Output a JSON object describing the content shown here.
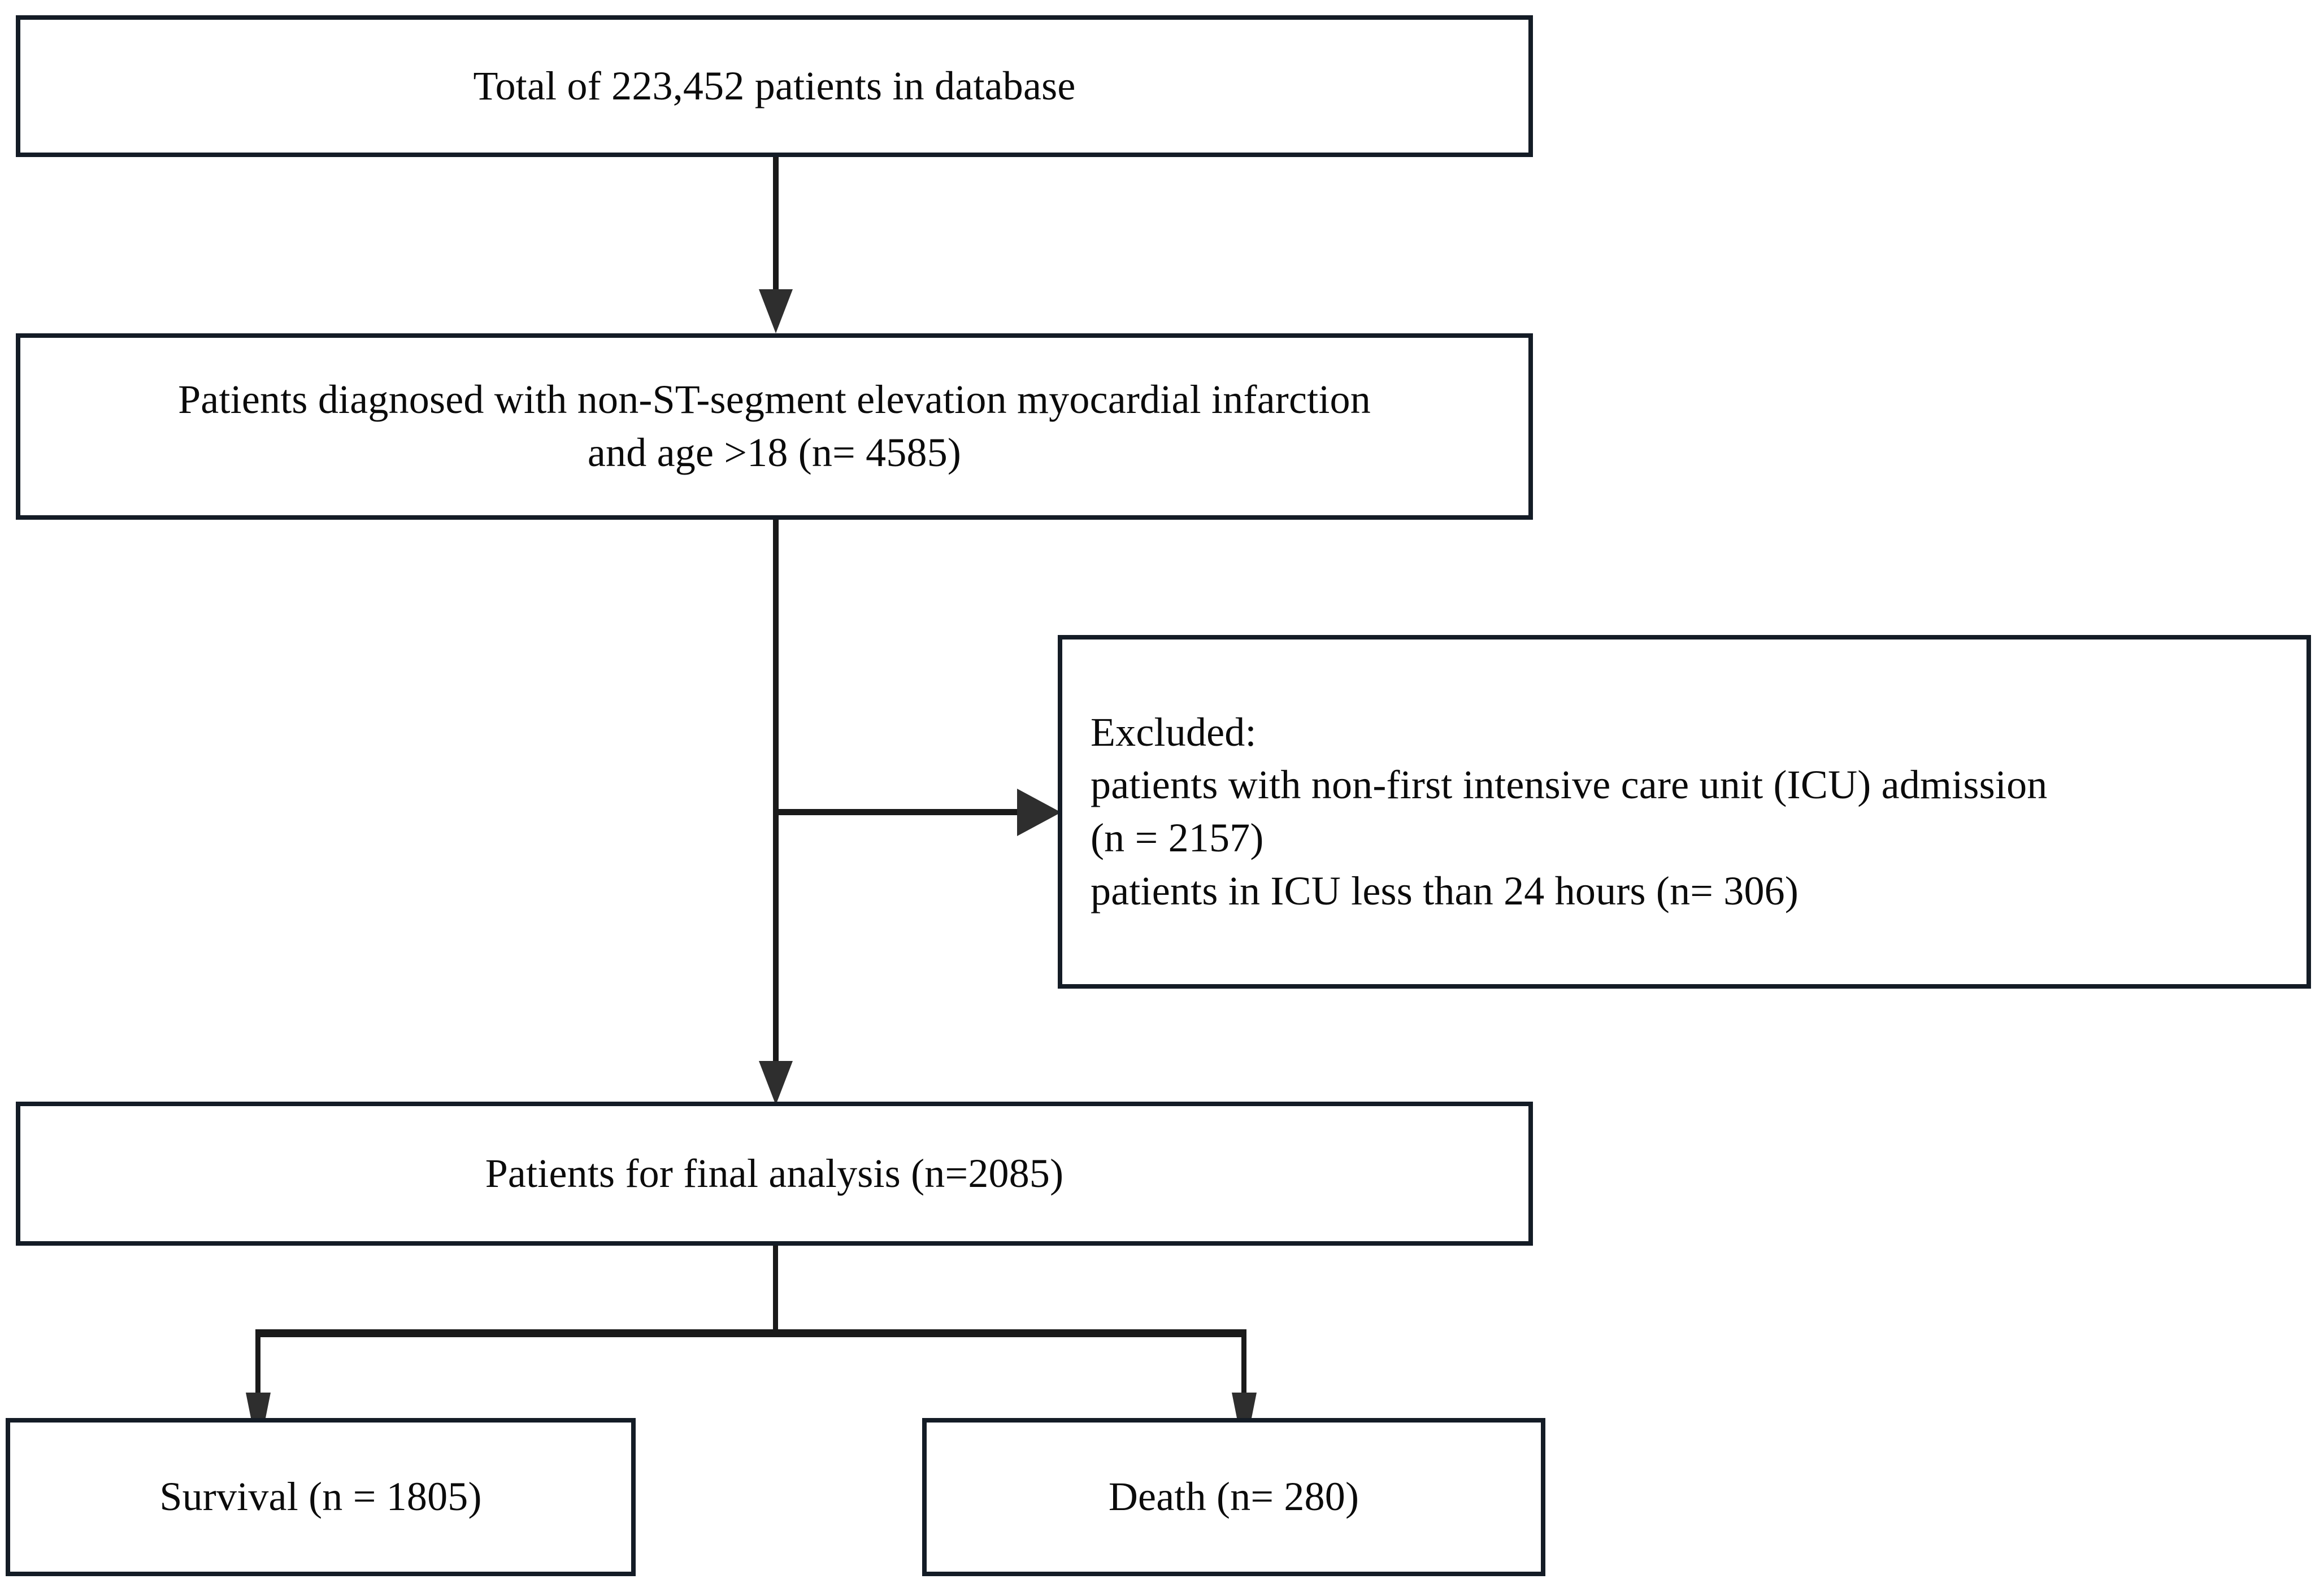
{
  "figure": {
    "type": "flowchart",
    "orientation": "top-to-bottom",
    "description": "Patient selection flow diagram"
  },
  "nodes": {
    "total": {
      "label": "Total of 223,452 patients in database",
      "count": 223452
    },
    "diagnosed": {
      "label": "Patients diagnosed with non-ST-segment elevation myocardial infarction\nand age >18 (n= 4585)",
      "count": 4585
    },
    "excluded": {
      "label": "Excluded:\npatients with non-first intensive care unit (ICU) admission\n(n = 2157)\npatients in ICU less than 24 hours (n= 306)",
      "reason_1_count": 2157,
      "reason_2_count": 306
    },
    "final": {
      "label": "Patients for final analysis (n=2085)",
      "count": 2085
    },
    "survival": {
      "label": "Survival (n = 1805)",
      "count": 1805
    },
    "death": {
      "label": "Death (n= 280)",
      "count": 280
    }
  },
  "style": {
    "box_border_color": "#141c26",
    "connector_color": "#1a1a1a",
    "arrowhead_color": "#2e2e2e",
    "text_color": "#0b0b0b",
    "background": "#ffffff"
  }
}
